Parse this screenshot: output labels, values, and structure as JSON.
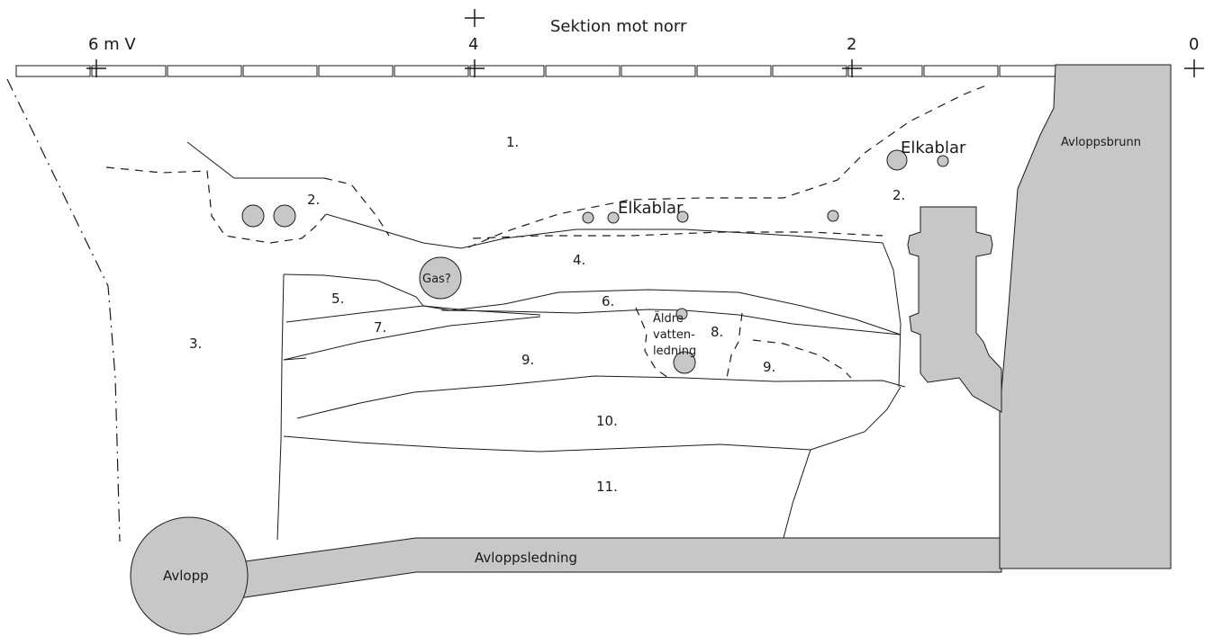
{
  "title": "Sektion mot norr",
  "scale_labels": [
    "6 m V",
    "4",
    "2",
    "0"
  ],
  "layers": [
    "1.",
    "2.",
    "2.",
    "3.",
    "4.",
    "5.",
    "6.",
    "7.",
    "8.",
    "9.",
    "9.",
    "10.",
    "11."
  ],
  "objects": {
    "elkablar_1": "Elkablar",
    "elkablar_2": "Elkablar",
    "gas": "Gas?",
    "aldre_line1": "Äldre",
    "aldre_line2": "vatten-",
    "aldre_line3": "ledning",
    "avlopp": "Avlopp",
    "avloppsledning": "Avloppsledning",
    "avloppsbrunn": "Avloppsbrunn"
  },
  "colors": {
    "structure_fill": "#c7c7c7",
    "line": "#1a1a1a",
    "background": "#ffffff"
  }
}
